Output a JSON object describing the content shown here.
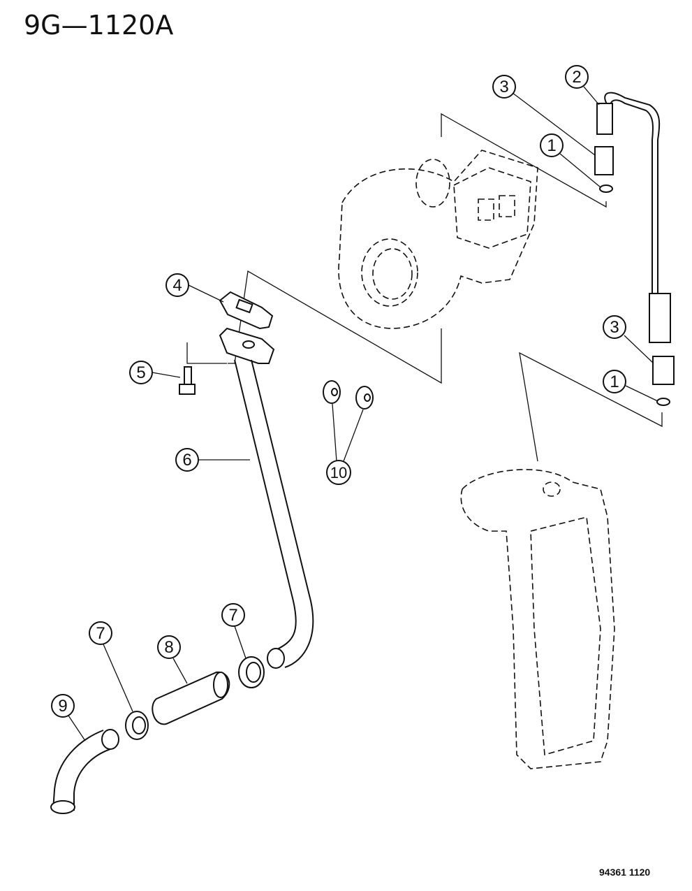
{
  "header": {
    "drawing_id": "9G—1120A"
  },
  "footer": {
    "reference": "94361 1120"
  },
  "callouts": [
    "1",
    "2",
    "3",
    "4",
    "5",
    "6",
    "7",
    "8",
    "9",
    "10"
  ]
}
